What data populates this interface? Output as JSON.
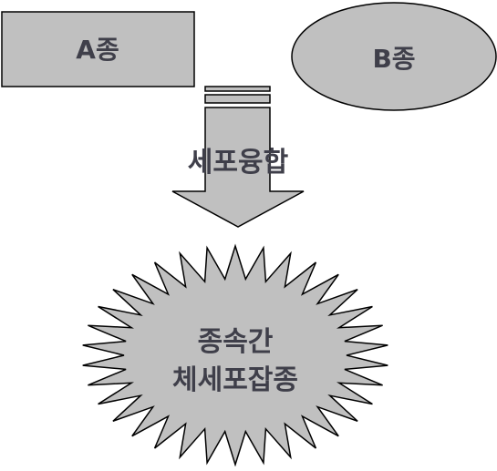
{
  "diagram": {
    "species_a": {
      "label": "A종"
    },
    "species_b": {
      "label": "B종"
    },
    "process": {
      "label": "세포융합"
    },
    "result": {
      "line1": "종속간",
      "line2": "체세포잡종"
    }
  },
  "colors": {
    "fill": "#c0c0c0",
    "stroke": "#000000",
    "text": "#3f3f4a",
    "background": "#ffffff"
  }
}
